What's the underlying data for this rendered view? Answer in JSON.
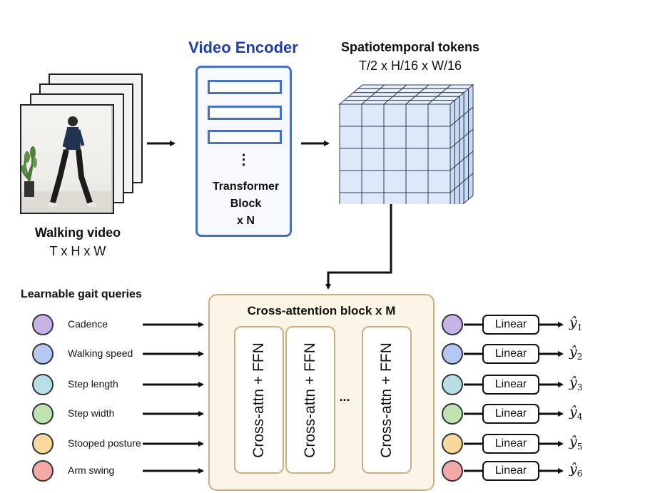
{
  "video": {
    "title": "Walking video",
    "dims": "T x H x W"
  },
  "encoder": {
    "title": "Video Encoder",
    "ellipsis": "⋮",
    "block_line1": "Transformer",
    "block_line2": "Block",
    "block_line3": "x N",
    "title_color": "#1f3fa8",
    "border_color": "#4472c4"
  },
  "tokens": {
    "title": "Spatiotemporal tokens",
    "dims": "T/2 x H/16 x W/16",
    "cube_color": "#dde8f8"
  },
  "queries": {
    "heading": "Learnable gait queries",
    "items": [
      {
        "label": "Cadence",
        "color": "#c8b3e6",
        "output": "1"
      },
      {
        "label": "Walking speed",
        "color": "#b4c8f3",
        "output": "2"
      },
      {
        "label": "Step length",
        "color": "#b7e0e6",
        "output": "3"
      },
      {
        "label": "Step width",
        "color": "#bfe3b0",
        "output": "4"
      },
      {
        "label": "Stooped posture",
        "color": "#f8d89c",
        "output": "5"
      },
      {
        "label": "Arm swing",
        "color": "#f4a9a9",
        "output": "6"
      }
    ]
  },
  "cross_attention": {
    "title": "Cross-attention block x M",
    "inner_label": "Cross-attn + FFN",
    "ellipsis": "...",
    "border_color": "#c8b084",
    "fill_color": "#fbf5e7"
  },
  "head": {
    "linear_label": "Linear",
    "output_symbol": "ŷ"
  }
}
